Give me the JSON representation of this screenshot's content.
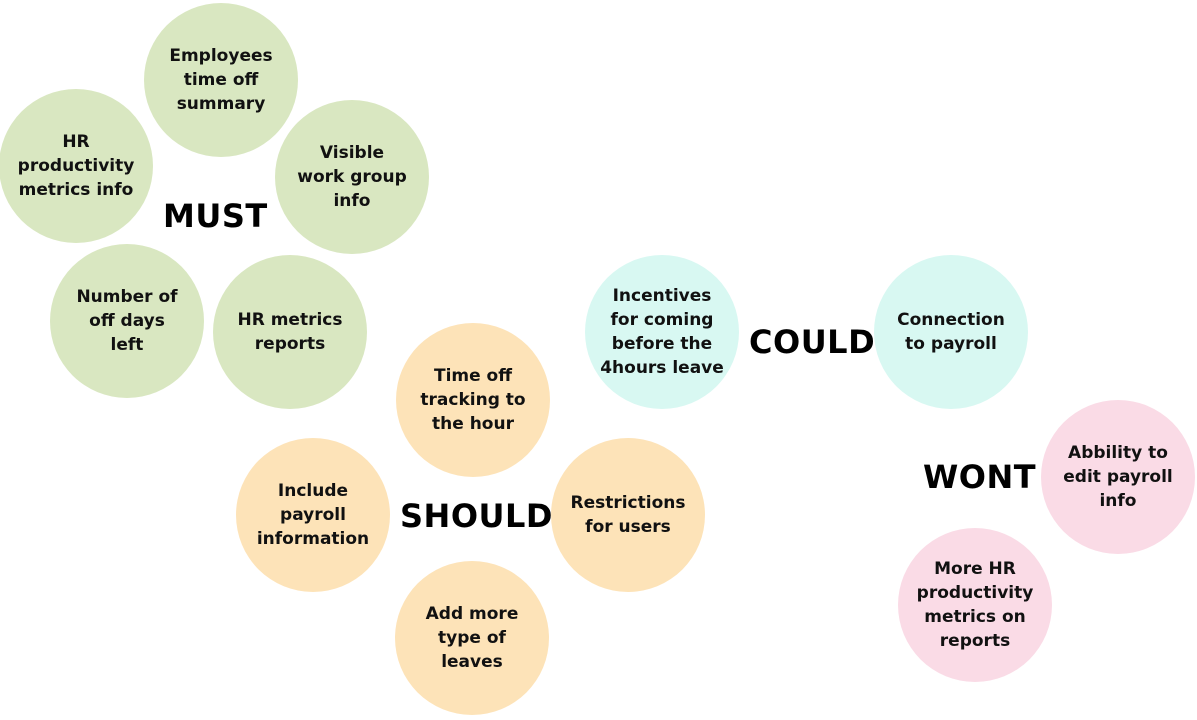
{
  "colors": {
    "must": "#d9e7c1",
    "should": "#fde3b8",
    "could": "#d8f8f2",
    "wont": "#fadbe6",
    "text": "#111111",
    "background": "#ffffff"
  },
  "groups": {
    "must": {
      "label": "MUST",
      "items": [
        "Employees\ntime off\nsummary",
        "HR\nproductivity\nmetrics info",
        "Visible\nwork group\ninfo",
        "Number of\noff days\nleft",
        "HR metrics\nreports"
      ]
    },
    "should": {
      "label": "SHOULD",
      "items": [
        "Time off\ntracking to\nthe hour",
        "Include\npayroll\ninformation",
        "Restrictions\nfor users",
        "Add more\ntype of\nleaves"
      ]
    },
    "could": {
      "label": "COULD",
      "items": [
        "Incentives\nfor coming\nbefore the\n4hours leave",
        "Connection\nto payroll"
      ]
    },
    "wont": {
      "label": "WONT",
      "items": [
        "Abbility to\nedit payroll\ninfo",
        "More HR\nproductivity\nmetrics on\nreports"
      ]
    }
  }
}
